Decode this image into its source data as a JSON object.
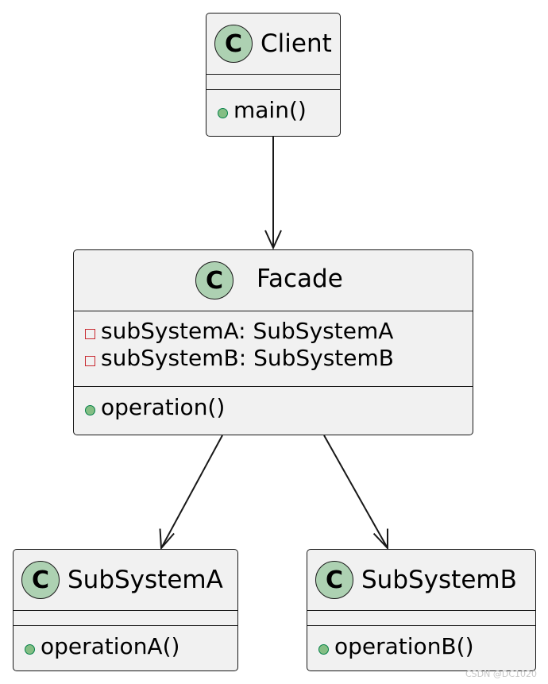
{
  "classes": {
    "client": {
      "badge": "C",
      "name": "Client",
      "attributes": [],
      "methods": [
        {
          "visibility": "public",
          "text": "main()"
        }
      ]
    },
    "facade": {
      "badge": "C",
      "name": "Facade",
      "attributes": [
        {
          "visibility": "private",
          "text": "subSystemA: SubSystemA"
        },
        {
          "visibility": "private",
          "text": "subSystemB: SubSystemB"
        }
      ],
      "methods": [
        {
          "visibility": "public",
          "text": "operation()"
        }
      ]
    },
    "subsystem_a": {
      "badge": "C",
      "name": "SubSystemA",
      "attributes": [],
      "methods": [
        {
          "visibility": "public",
          "text": "operationA()"
        }
      ]
    },
    "subsystem_b": {
      "badge": "C",
      "name": "SubSystemB",
      "attributes": [],
      "methods": [
        {
          "visibility": "public",
          "text": "operationB()"
        }
      ]
    }
  },
  "relations": [
    {
      "from": "Client",
      "to": "Facade",
      "type": "association"
    },
    {
      "from": "Facade",
      "to": "SubSystemA",
      "type": "association"
    },
    {
      "from": "Facade",
      "to": "SubSystemB",
      "type": "association"
    }
  ],
  "watermark": "CSDN @DC1020",
  "colors": {
    "class_fill": "#f1f1f1",
    "badge_fill": "#add1b2",
    "border": "#181818",
    "public_marker": "#84be84",
    "private_marker": "#c82930"
  }
}
